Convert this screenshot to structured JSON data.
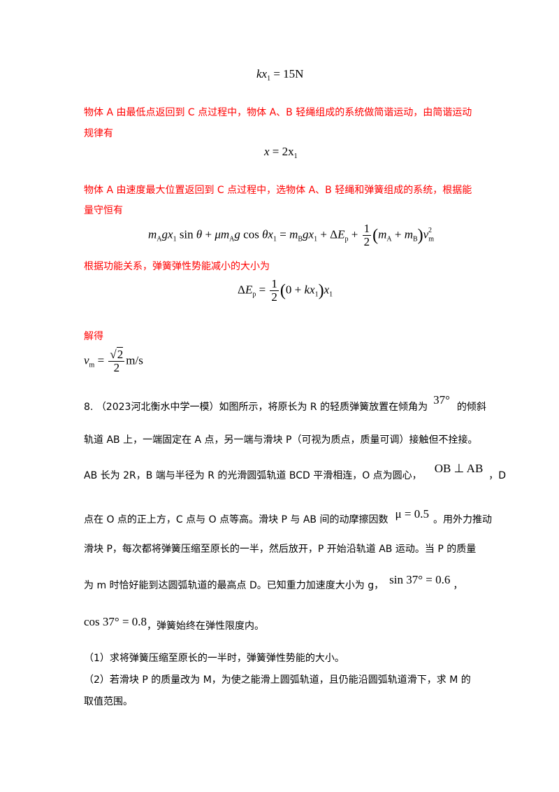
{
  "page": {
    "eq1": {
      "lhs": "kx",
      "sub": "1",
      "rhs": " = 15N"
    },
    "para1_line1": "物体 A 由最低点返回到 C 点过程中，物体 A、B 轻绳组成的系统做简谐运动，由简谐运动",
    "para1_line2": "规律有",
    "eq2": {
      "lhs": "x",
      "mid": " = 2x",
      "sub": "1"
    },
    "para2_line1": "物体 A 由速度最大位置返回到 C 点过程中，选物体 A、B 轻绳和弹簧组成的系统，根据能",
    "para2_line2": "量守恒有",
    "para3": "根据功能关系，弹簧弹性势能减小的大小为",
    "solve_label": "解得",
    "problem": {
      "number": "8.",
      "l1a": "（2023河北衡水中学一模）如图所示，将原长为 R 的轻质弹簧放置在倾角为",
      "angle": "37°",
      "l1b": "的倾斜",
      "l2": "轨道 AB 上，一端固定在 A 点，另一端与滑块 P（可视为质点，质量可调）接触但不拴接。",
      "l3a": "AB 长为 2R，B 端与半径为 R 的光滑圆弧轨道 BCD 平滑相连，O 点为圆心，",
      "ob_ab": "OB ⊥ AB",
      "l3b": "，D",
      "l4a": "点在 O 点的正上方，C 点与 O 点等高。滑块 P 与 AB 间的动摩擦因数",
      "mu": "μ = 0.5",
      "l4b": "。用外力推动",
      "l5": "滑块 P，每次都将弹簧压缩至原长的一半，然后放开，P 开始沿轨道 AB 运动。当 P 的质量",
      "l6a": "为 m 时恰好能到达圆弧轨道的最高点 D。已知重力加速度大小为 g，",
      "sin": "sin 37° = 0.6",
      "l6b": "，",
      "cos": "cos 37° = 0.8",
      "l7b": "，弹簧始终在弹性限度内。",
      "q1": "（1）求将弹簧压缩至原长的一半时，弹簧弹性势能的大小。",
      "q2_l1": "（2）若滑块 P 的质量改为 M，为使之能滑上圆弧轨道，且仍能沿圆弧轨道滑下，求 M 的",
      "q2_l2": "取值范围。"
    }
  }
}
